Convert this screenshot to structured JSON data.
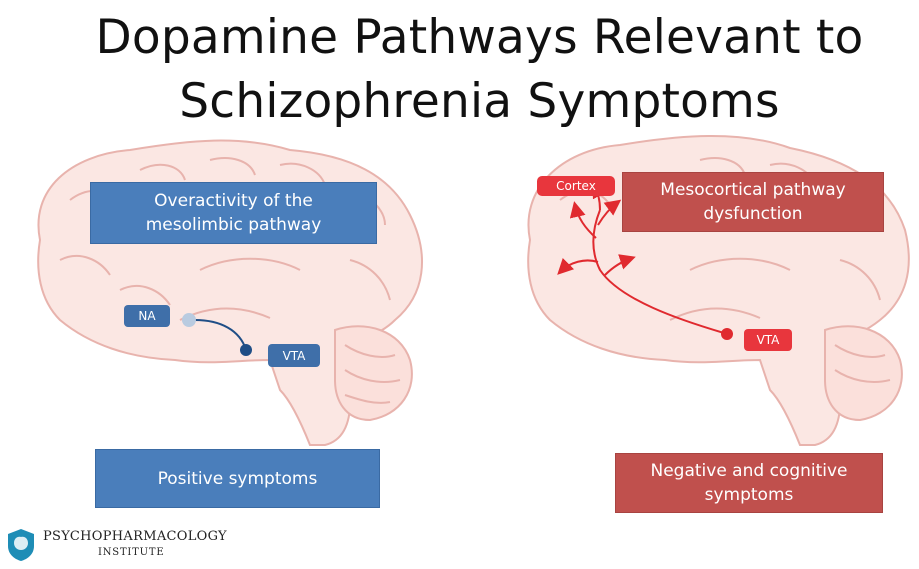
{
  "title": {
    "line1": "Dopamine Pathways Relevant to",
    "line2": "Schizophrenia Symptoms"
  },
  "left_panel": {
    "pathway_label": "Overactivity of the mesolimbic pathway",
    "na_label": "NA",
    "vta_label": "VTA",
    "symptom_label": "Positive symptoms",
    "accent_color": "#4a7ebb"
  },
  "right_panel": {
    "pathway_label": "Mesocortical pathway dysfunction",
    "cortex_label": "Cortex",
    "vta_label": "VTA",
    "symptom_label": "Negative and cognitive symptoms",
    "accent_color": "#c0504d"
  },
  "logo": {
    "name": "PSYCHOPHARMACOLOGY",
    "sub": "INSTITUTE",
    "icon": "brain-shield-icon"
  }
}
